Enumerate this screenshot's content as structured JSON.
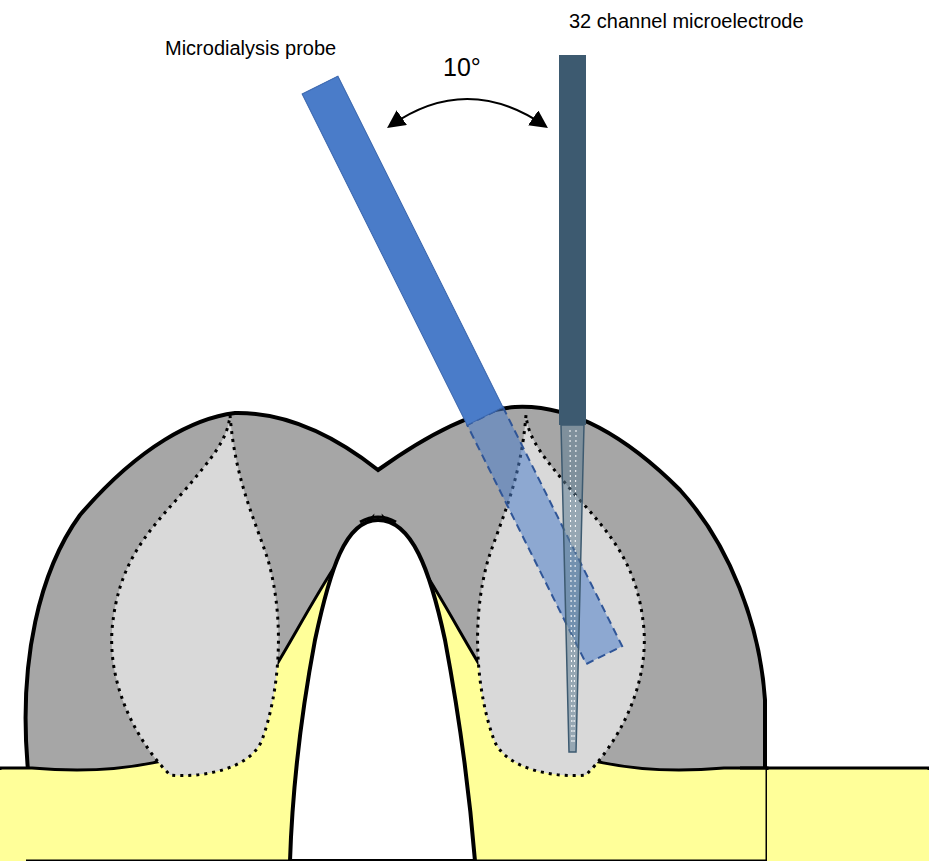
{
  "diagram": {
    "labels": [
      "Microdialysis probe",
      "32 channel microelectrode",
      "10°"
    ]
  }
}
